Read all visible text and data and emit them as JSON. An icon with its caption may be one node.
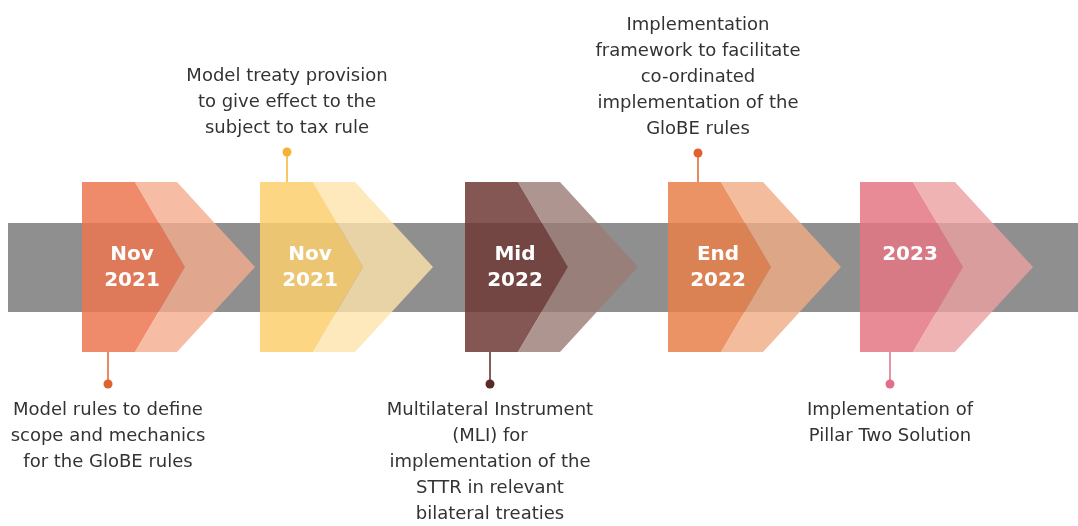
{
  "diagram": {
    "nodes": [
      {
        "text": [
          "Nov 2021"
        ]
      },
      {
        "text": [
          "Nov 2021"
        ]
      },
      {
        "text": [
          "Mid 2022"
        ]
      },
      {
        "text": [
          "End 2022"
        ]
      },
      {
        "text": [
          "2023"
        ]
      },
      {
        "text": [
          "Model treaty provision to give effect to the subject to tax rule"
        ]
      },
      {
        "text": [
          "Implementation framework to facilitate co-ordinated implementation of the GloBE rules"
        ]
      },
      {
        "text": [
          "Model rules to define scope and mechanics for the GloBE rules"
        ]
      },
      {
        "text": [
          "Multilateral Instrument (MLI) for implementation of the STTR in relevant bilateral treaties"
        ]
      },
      {
        "text": [
          "Implementation of Pillar Two Solution"
        ]
      }
    ],
    "edges": [
      {
        "from": 5,
        "to": 1,
        "arrow": "other",
        "color": "#f5b335"
      },
      {
        "from": 6,
        "to": 3,
        "arrow": "other",
        "color": "#e0622e"
      },
      {
        "from": 7,
        "to": 0,
        "arrow": "other",
        "color": "#e0622e"
      },
      {
        "from": 8,
        "to": 2,
        "arrow": "other",
        "color": "#5a2a26"
      },
      {
        "from": 9,
        "to": 4,
        "arrow": "other",
        "color": "#e07088"
      }
    ]
  }
}
